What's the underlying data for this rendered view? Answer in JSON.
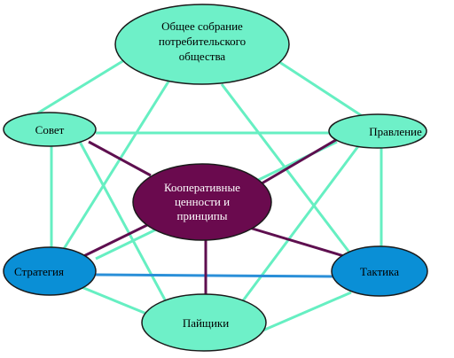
{
  "colors": {
    "node_green_fill": "#6ef0c8",
    "node_blue_fill": "#0a8fd6",
    "center_fill": "#6a0a4e",
    "line_green": "#66efc2",
    "line_purple": "#5e0f4f",
    "line_blue": "#2a8fd8",
    "outline": "#1a1a1a"
  },
  "nodes": {
    "assembly": [
      "Общее собрание",
      "потребительского",
      "общества"
    ],
    "council": [
      "Совет"
    ],
    "board": [
      "Правление"
    ],
    "center": [
      "Кооперативные",
      "ценности и",
      "принципы"
    ],
    "strategy": [
      "Стратегия"
    ],
    "tactics": [
      "Тактика"
    ],
    "shareholders": [
      "Пайщики"
    ]
  }
}
